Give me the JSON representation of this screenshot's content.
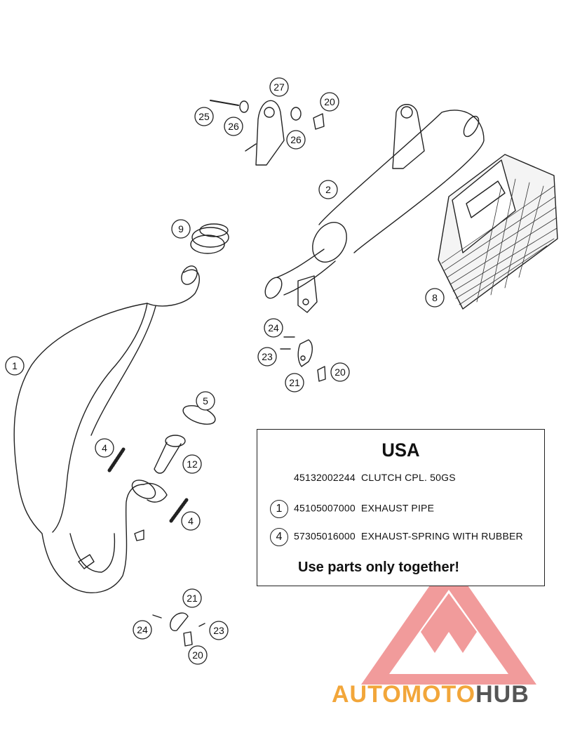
{
  "callouts": [
    "1",
    "2",
    "4",
    "4",
    "5",
    "8",
    "9",
    "12",
    "20",
    "20",
    "20",
    "21",
    "21",
    "23",
    "23",
    "24",
    "24",
    "25",
    "26",
    "26",
    "27"
  ],
  "info_box": {
    "title": "USA",
    "rows": [
      {
        "part_no": "45132002244",
        "desc": "CLUTCH CPL. 50GS",
        "ref": ""
      },
      {
        "part_no": "45105007000",
        "desc": "EXHAUST PIPE",
        "ref": "1"
      },
      {
        "part_no": "57305016000",
        "desc": "EXHAUST-SPRING WITH RUBBER",
        "ref": "4"
      }
    ],
    "note": "Use parts only together!"
  },
  "watermark": {
    "part1": "AUTO",
    "part2": "MOTO",
    "part3": "HUB",
    "colors": {
      "logo_red": "#e64a4a",
      "text_orange": "#f2a63a",
      "text_gray": "#555555"
    }
  }
}
